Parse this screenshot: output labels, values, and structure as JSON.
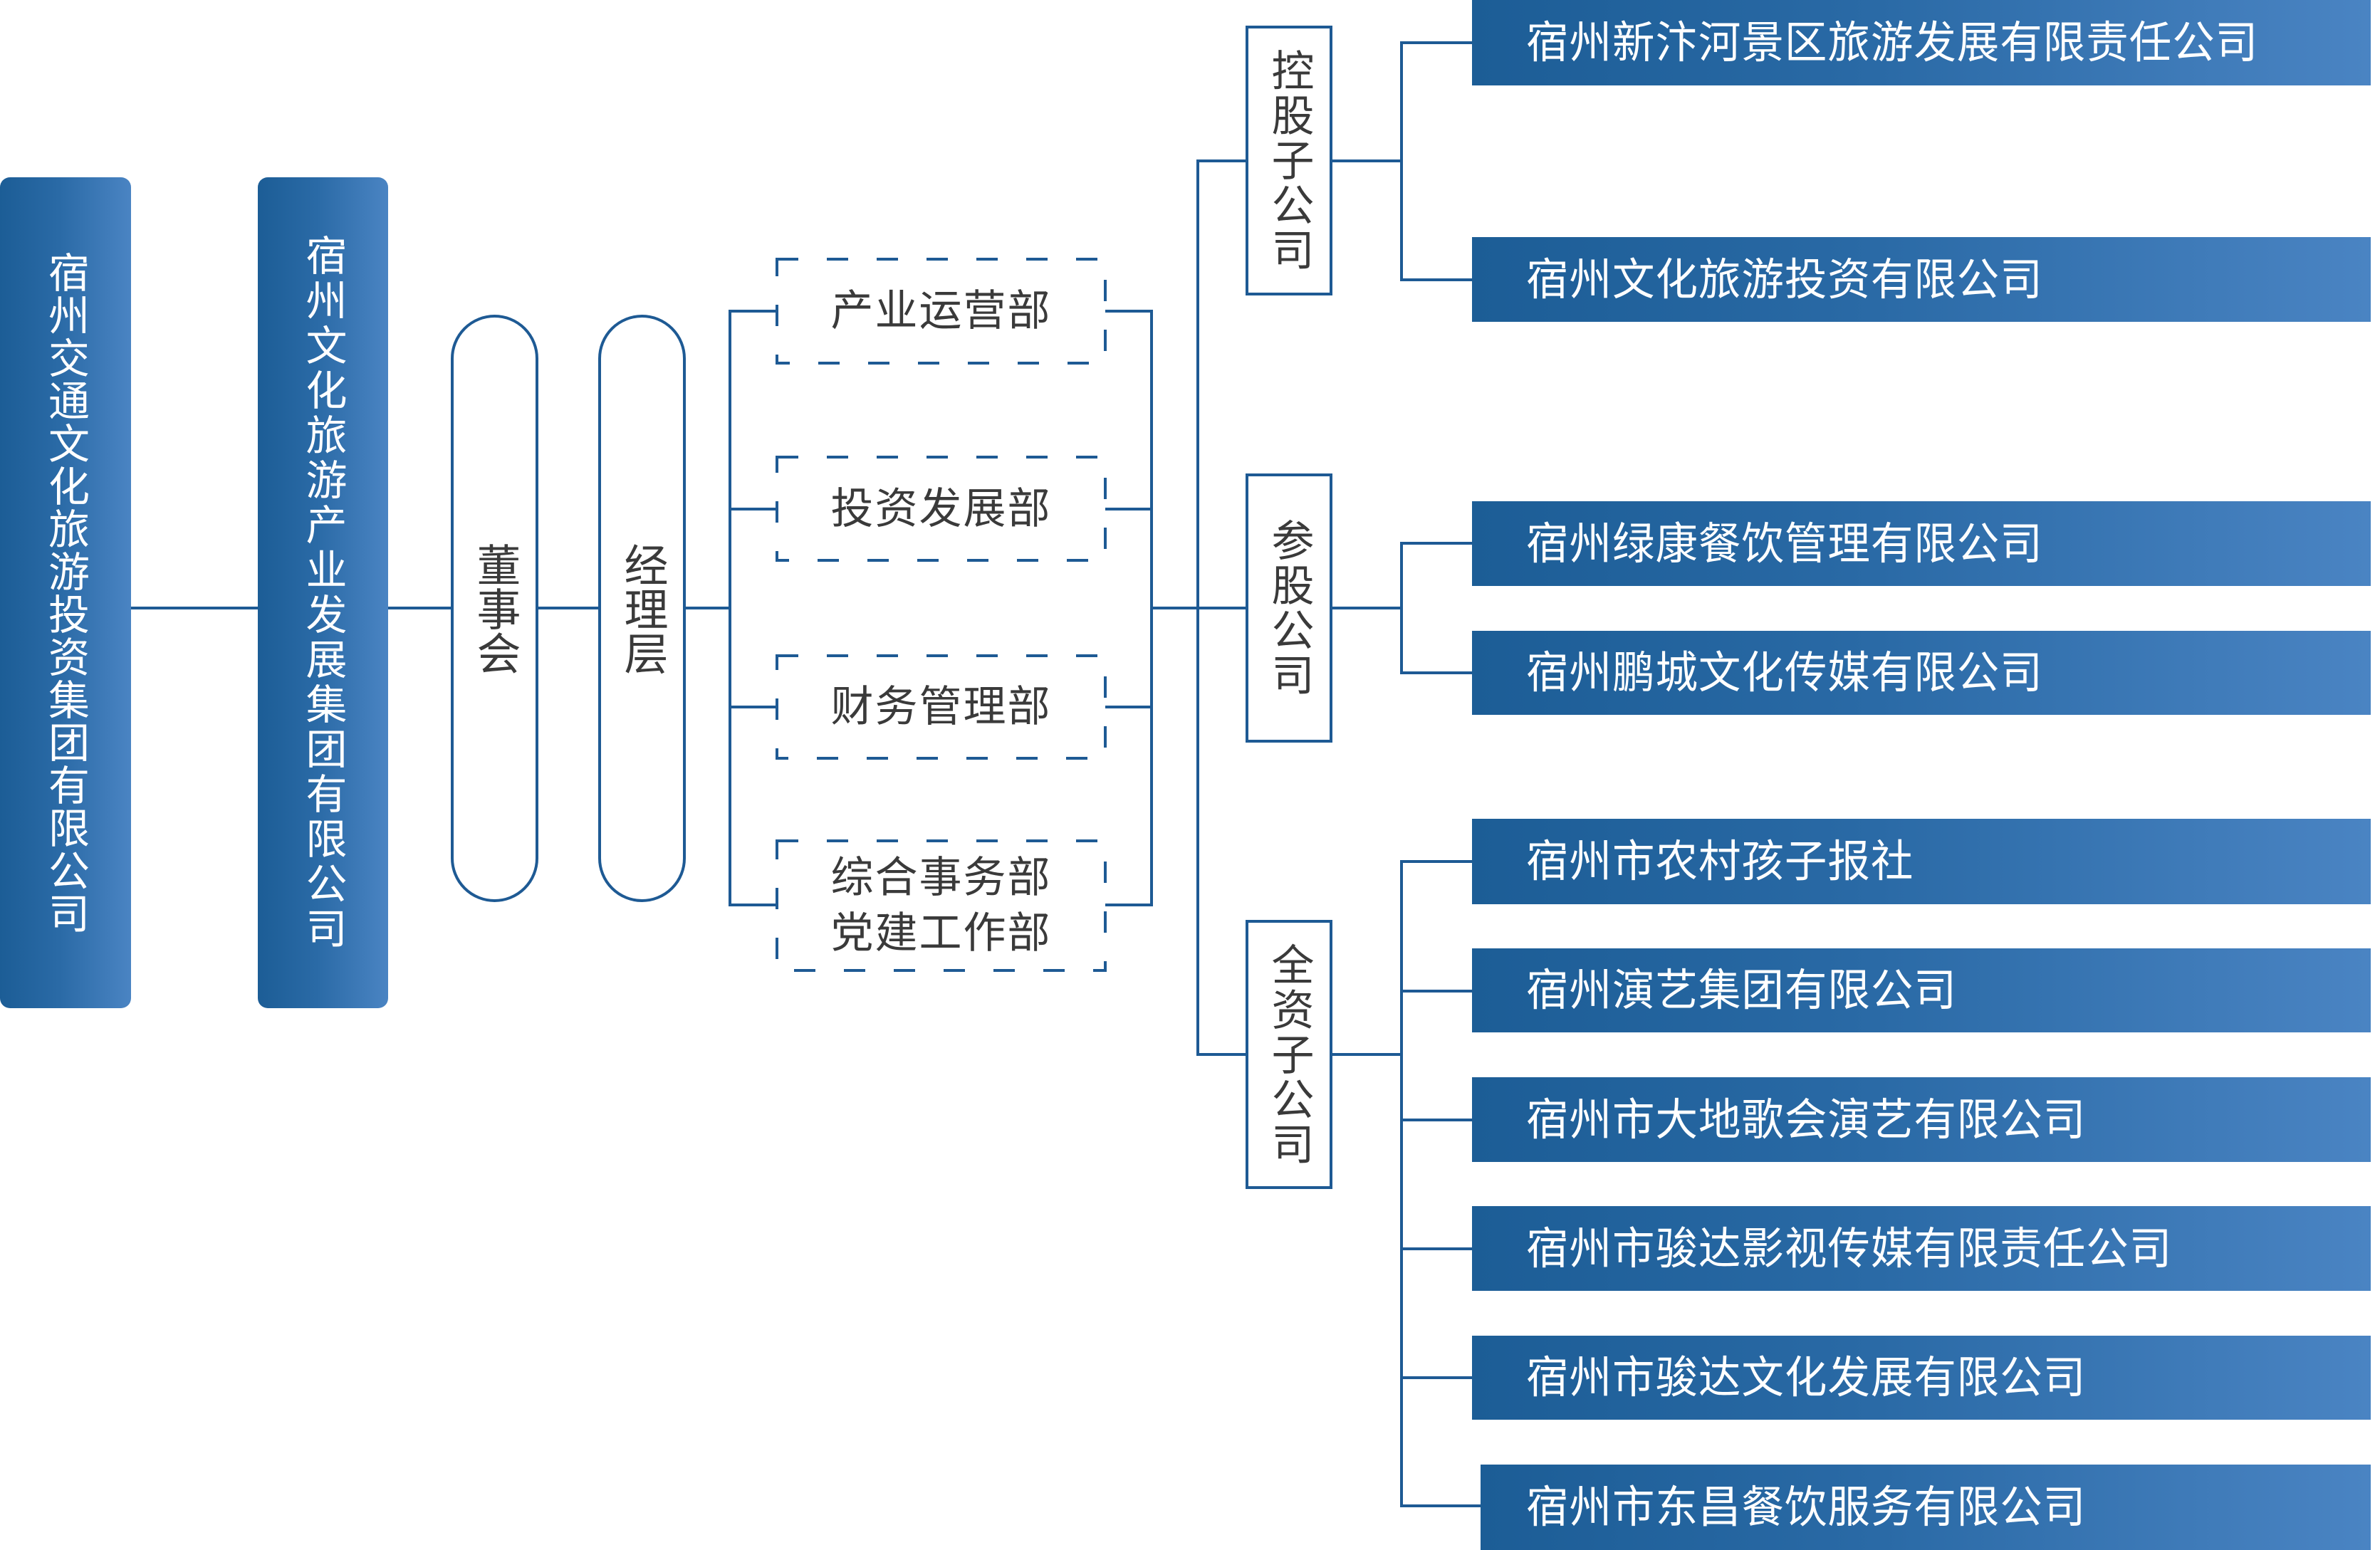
{
  "title": "宿州交通文化旅游投资集团组织架构图",
  "colors": {
    "primary": "#1e5a94",
    "gradient_start": "#1c5d96",
    "gradient_end": "#4a84c3",
    "text_dark": "#3a3a3a",
    "text_light": "#ffffff"
  },
  "parents": [
    {
      "label": "宿州交通文化旅游投资集团有限公司"
    },
    {
      "label": "宿州文化旅游产业发展集团有限公司"
    }
  ],
  "governance": [
    {
      "label": "董事会"
    },
    {
      "label": "经理层"
    }
  ],
  "departments": [
    {
      "label": "产业运营部"
    },
    {
      "label": "投资发展部"
    },
    {
      "label": "财务管理部"
    },
    {
      "label": "综合事务部\n党建工作部"
    }
  ],
  "categories": [
    {
      "label": "控股子公司",
      "companies": [
        {
          "label": "宿州新汴河景区旅游发展有限责任公司"
        },
        {
          "label": "宿州文化旅游投资有限公司"
        }
      ]
    },
    {
      "label": "参股公司",
      "companies": [
        {
          "label": "宿州绿康餐饮管理有限公司"
        },
        {
          "label": "宿州鹏城文化传媒有限公司"
        }
      ]
    },
    {
      "label": "全资子公司",
      "companies": [
        {
          "label": "宿州市农村孩子报社"
        },
        {
          "label": "宿州演艺集团有限公司"
        },
        {
          "label": "宿州市大地歌会演艺有限公司"
        },
        {
          "label": "宿州市骏达影视传媒有限责任公司"
        },
        {
          "label": "宿州市骏达文化发展有限公司"
        },
        {
          "label": "宿州市东昌餐饮服务有限公司"
        }
      ]
    }
  ]
}
